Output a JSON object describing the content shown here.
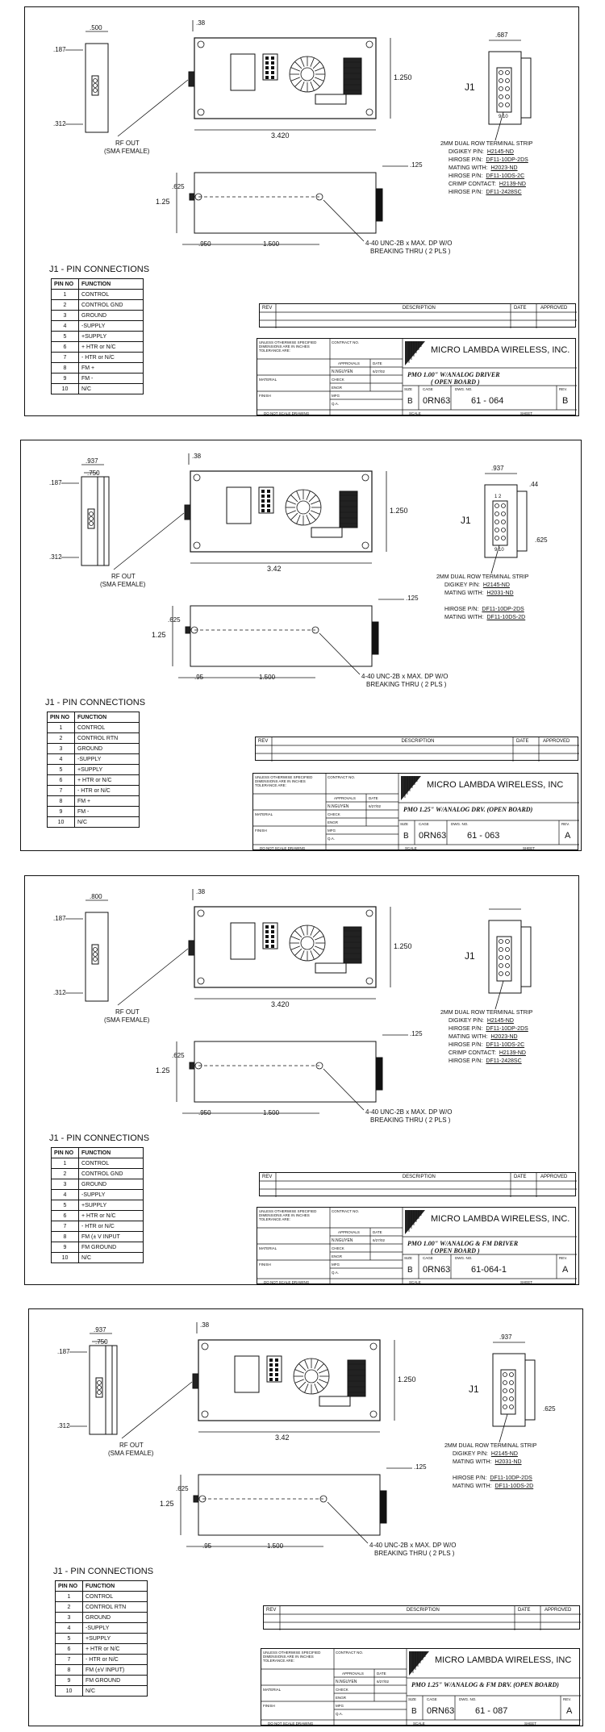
{
  "sheets": [
    {
      "dims": {
        "w_top": ".500",
        "h_left": ".187",
        "h_left2": ".312",
        "body_len": "3.420",
        "body_h": "1.250",
        "stub": ".38",
        "side_h": "1.25",
        "side_off": ".625",
        "side_a": ".950",
        "side_b": "1.500",
        "tab": ".125",
        "j1_w": ".687",
        "j1_h": "",
        "j1_mid": ""
      },
      "labels": {
        "rf": "RF OUT",
        "rf2": "(SMA FEMALE)",
        "screw": "4-40 UNC-2B x MAX. DP W/O",
        "screw2": "BREAKING THRU   ( 2 PLS )",
        "j1": "J1",
        "j1_pin_top": "",
        "j1_pin_bot": "9 10"
      },
      "spec": [
        {
          "k": "2MM DUAL ROW TERMINAL STRIP",
          "v": ""
        },
        {
          "k": "DIGIKEY P/N:",
          "v": "H2145-ND"
        },
        {
          "k": "HIROSE P/N:",
          "v": "DF11-10DP-2DS"
        },
        {
          "k": "MATING WITH:",
          "v": "H2023-ND"
        },
        {
          "k": "HIROSE P/N:",
          "v": "DF11-10DS-2C"
        },
        {
          "k": "CRIMP CONTACT:",
          "v": "H2139-ND"
        },
        {
          "k": "HIROSE P/N:",
          "v": "DF11-2428SC"
        }
      ],
      "pin_title": "J1 - PIN CONNECTIONS",
      "pin_head": [
        "PIN NO",
        "FUNCTION"
      ],
      "pins": [
        [
          "1",
          "CONTROL"
        ],
        [
          "2",
          "CONTROL GND"
        ],
        [
          "3",
          "GROUND"
        ],
        [
          "4",
          "-SUPPLY"
        ],
        [
          "5",
          "+SUPPLY"
        ],
        [
          "6",
          "+ HTR  or  N/C"
        ],
        [
          "7",
          "- HTR  or  N/C"
        ],
        [
          "8",
          "FM +"
        ],
        [
          "9",
          "FM -"
        ],
        [
          "10",
          "N/C"
        ]
      ],
      "tb": {
        "rev": "REV",
        "desc": "DESCRIPTION",
        "date": "DATE",
        "approved": "APPROVED",
        "company": "MICRO LAMBDA WIRELESS, INC.",
        "title1": "PMO 1.00\" W/ANALOG DRIVER",
        "title2": "( OPEN BOARD )",
        "size": "B",
        "cage": "0RN63",
        "dwg": "61 - 064",
        "revv": "B",
        "drawn": "N.NGUYEN",
        "ddate": "6/27/02",
        "unless": "UNLESS OTHERWISE SPECIFIED DIMENSIONS ARE IN INCHES TOLERANCE ARE:",
        "contract": "CONTRACT NO.",
        "approvals": "APPROVALS",
        "material": "MATERIAL",
        "finish": "FINISH",
        "noscale": "DO NOT SCALE DRAWING",
        "check": "CHECK",
        "engr": "ENGR",
        "mfg": "MFG",
        "qa": "Q.A.",
        "scale": "SCALE",
        "sheet": "SHEET",
        "size_l": "SIZE",
        "cage_l": "CAGE",
        "dwg_l": "DWG. NO.",
        "rev_l": "REV."
      }
    },
    {
      "dims": {
        "w_top": ".937",
        "w_top2": ".750",
        "h_left": ".187",
        "h_left2": ".312",
        "body_len": "3.42",
        "body_h": "1.250",
        "stub": ".38",
        "side_h": "1.25",
        "side_off": ".625",
        "side_a": ".95",
        "side_b": "1.500",
        "tab": ".125",
        "j1_w": ".937",
        "j1_h": ".44",
        "j1_mid": ".625"
      },
      "labels": {
        "rf": "RF OUT",
        "rf2": "(SMA FEMALE)",
        "screw": "4-40 UNC-2B x MAX. DP W/O",
        "screw2": "BREAKING THRU   ( 2 PLS )",
        "j1": "J1",
        "j1_pin_top": "1 2",
        "j1_pin_bot": "9 10"
      },
      "spec": [
        {
          "k": "2MM DUAL ROW TERMINAL STRIP",
          "v": ""
        },
        {
          "k": "DIGIKEY P/N:",
          "v": "H2145-ND"
        },
        {
          "k": "MATING WITH:",
          "v": "H2031-ND"
        },
        {
          "k": "",
          "v": ""
        },
        {
          "k": "HIROSE P/N:",
          "v": "DF11-10DP-2DS"
        },
        {
          "k": "MATING WITH:",
          "v": "DF11-10DS-2D"
        }
      ],
      "pin_title": "J1 - PIN CONNECTIONS",
      "pin_head": [
        "PIN NO",
        "FUNCTION"
      ],
      "pins": [
        [
          "1",
          "CONTROL"
        ],
        [
          "2",
          "CONTROL RTN"
        ],
        [
          "3",
          "GROUND"
        ],
        [
          "4",
          "-SUPPLY"
        ],
        [
          "5",
          "+SUPPLY"
        ],
        [
          "6",
          "+ HTR or N/C"
        ],
        [
          "7",
          "- HTR or N/C"
        ],
        [
          "8",
          "FM +"
        ],
        [
          "9",
          "FM -"
        ],
        [
          "10",
          "N/C"
        ]
      ],
      "tb": {
        "rev": "REV",
        "desc": "DESCRIPTION",
        "date": "DATE",
        "approved": "APPROVED",
        "company": "MICRO LAMBDA WIRELESS, INC",
        "title1": "PMO 1.25\" W/ANALOG DRV. (OPEN BOARD)",
        "title2": "",
        "size": "B",
        "cage": "0RN63",
        "dwg": "61 - 063",
        "revv": "A",
        "drawn": "N.NGUYEN",
        "ddate": "6/27/02",
        "unless": "UNLESS OTHERWISE SPECIFIED DIMENSIONS ARE IN INCHES TOLERANCE ARE:",
        "contract": "CONTRACT NO.",
        "approvals": "APPROVALS",
        "material": "MATERIAL",
        "finish": "FINISH",
        "noscale": "DO NOT SCALE DRAWING",
        "check": "CHECK",
        "engr": "ENGR",
        "mfg": "MFG",
        "qa": "Q.A.",
        "scale": "SCALE",
        "sheet": "SHEET",
        "size_l": "SIZE",
        "cage_l": "CAGE",
        "dwg_l": "DWG. NO.",
        "rev_l": "REV."
      }
    },
    {
      "dims": {
        "w_top": ".800",
        "h_left": ".187",
        "h_left2": ".312",
        "body_len": "3.420",
        "body_h": "1.250",
        "stub": ".38",
        "side_h": "1.25",
        "side_off": ".625",
        "side_a": ".950",
        "side_b": "1.500",
        "tab": ".125",
        "j1_w": "",
        "j1_h": "",
        "j1_mid": ""
      },
      "labels": {
        "rf": "RF OUT",
        "rf2": "(SMA FEMALE)",
        "screw": "4-40 UNC-2B x MAX. DP W/O",
        "screw2": "BREAKING THRU   ( 2 PLS )",
        "j1": "J1",
        "j1_pin_top": "",
        "j1_pin_bot": ""
      },
      "spec": [
        {
          "k": "2MM DUAL ROW TERMINAL STRIP",
          "v": ""
        },
        {
          "k": "DIGIKEY P/N:",
          "v": "H2145-ND"
        },
        {
          "k": "HIROSE P/N:",
          "v": "DF11-10DP-2DS"
        },
        {
          "k": "MATING WITH:",
          "v": "H2023-ND"
        },
        {
          "k": "HIROSE P/N:",
          "v": "DF11-10DS-2C"
        },
        {
          "k": "CRIMP CONTACT:",
          "v": "H2139-ND"
        },
        {
          "k": "HIROSE P/N:",
          "v": "DF11-2428SC"
        }
      ],
      "pin_title": "J1 - PIN CONNECTIONS",
      "pin_head": [
        "PIN NO",
        "FUNCTION"
      ],
      "pins": [
        [
          "1",
          "CONTROL"
        ],
        [
          "2",
          "CONTROL GND"
        ],
        [
          "3",
          "GROUND"
        ],
        [
          "4",
          "-SUPPLY"
        ],
        [
          "5",
          "+SUPPLY"
        ],
        [
          "6",
          "+ HTR or N/C"
        ],
        [
          "7",
          "- HTR or N/C"
        ],
        [
          "8",
          "FM (± V INPUT"
        ],
        [
          "9",
          "FM     GROUND"
        ],
        [
          "10",
          "N/C"
        ]
      ],
      "tb": {
        "rev": "REV",
        "desc": "DESCRIPTION",
        "date": "DATE",
        "approved": "APPROVED",
        "company": "MICRO LAMBDA WIRELESS, INC.",
        "title1": "PMO 1.00\" W/ANALOG & FM DRIVER",
        "title2": "( OPEN BOARD )",
        "size": "B",
        "cage": "0RN63",
        "dwg": "61-064-1",
        "revv": "A",
        "drawn": "N.NGUYEN",
        "ddate": "6/27/02",
        "unless": "UNLESS OTHERWISE SPECIFIED DIMENSIONS ARE IN INCHES TOLERANCE ARE:",
        "contract": "CONTRACT NO.",
        "approvals": "APPROVALS",
        "material": "MATERIAL",
        "finish": "FINISH",
        "noscale": "DO NOT SCALE DRAWING",
        "check": "CHECK",
        "engr": "ENGR",
        "mfg": "MFG",
        "qa": "Q.A.",
        "scale": "SCALE",
        "sheet": "SHEET",
        "size_l": "SIZE",
        "cage_l": "CAGE",
        "dwg_l": "DWG. NO.",
        "rev_l": "REV."
      }
    },
    {
      "dims": {
        "w_top": ".937",
        "w_top2": ".750",
        "h_left": ".187",
        "h_left2": ".312",
        "body_len": "3.42",
        "body_h": "1.250",
        "stub": ".38",
        "side_h": "1.25",
        "side_off": ".625",
        "side_a": ".95",
        "side_b": "1.500",
        "tab": ".125",
        "j1_w": ".937",
        "j1_h": "",
        "j1_mid": ".625"
      },
      "labels": {
        "rf": "RF OUT",
        "rf2": "(SMA FEMALE)",
        "screw": "4-40 UNC-2B x MAX. DP W/O",
        "screw2": "BREAKING THRU   ( 2 PLS )",
        "j1": "J1",
        "j1_pin_top": "",
        "j1_pin_bot": ""
      },
      "spec": [
        {
          "k": "2MM DUAL ROW TERMINAL STRIP",
          "v": ""
        },
        {
          "k": "DIGIKEY P/N:",
          "v": "H2145-ND"
        },
        {
          "k": "MATING WITH:",
          "v": "H2031-ND"
        },
        {
          "k": "",
          "v": ""
        },
        {
          "k": "HIROSE P/N:",
          "v": "DF11-10DP-2DS"
        },
        {
          "k": "MATING WITH:",
          "v": "DF11-10DS-2D"
        }
      ],
      "pin_title": "J1 - PIN CONNECTIONS",
      "pin_head": [
        "PIN NO",
        "FUNCTION"
      ],
      "pins": [
        [
          "1",
          "CONTROL"
        ],
        [
          "2",
          "CONTROL RTN"
        ],
        [
          "3",
          "GROUND"
        ],
        [
          "4",
          "-SUPPLY"
        ],
        [
          "5",
          "+SUPPLY"
        ],
        [
          "6",
          "+ HTR or N/C"
        ],
        [
          "7",
          "- HTR or N/C"
        ],
        [
          "8",
          "FM  (±V INPUT)"
        ],
        [
          "9",
          "FM   GROUND"
        ],
        [
          "10",
          "N/C"
        ]
      ],
      "tb": {
        "rev": "REV",
        "desc": "DESCRIPTION",
        "date": "DATE",
        "approved": "APPROVED",
        "company": "MICRO LAMBDA WIRELESS, INC",
        "title1": "PMO 1.25\" W/ANALOG & FM DRV. (OPEN BOARD)",
        "title2": "",
        "size": "B",
        "cage": "0RN63",
        "dwg": "61 - 087",
        "revv": "A",
        "drawn": "N.NGUYEN",
        "ddate": "6/27/02",
        "unless": "UNLESS OTHERWISE SPECIFIED DIMENSIONS ARE IN INCHES TOLERANCE ARE:",
        "contract": "CONTRACT NO.",
        "approvals": "APPROVALS",
        "material": "MATERIAL",
        "finish": "FINISH",
        "noscale": "DO NOT SCALE DRAWING",
        "check": "CHECK",
        "engr": "ENGR",
        "mfg": "MFG",
        "qa": "Q.A.",
        "scale": "SCALE",
        "sheet": "SHEET",
        "size_l": "SIZE",
        "cage_l": "CAGE",
        "dwg_l": "DWG. NO.",
        "rev_l": "REV."
      }
    }
  ]
}
